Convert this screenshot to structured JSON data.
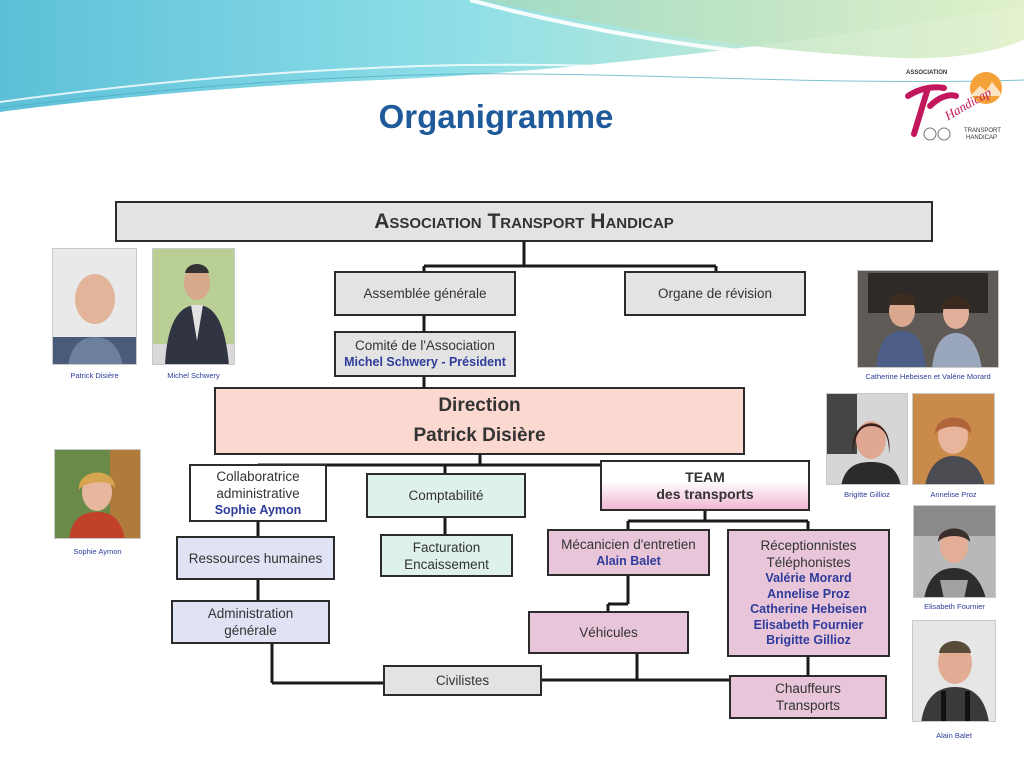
{
  "title": "Organigramme",
  "logo": {
    "top": "ASSOCIATION",
    "brand": "Handicap",
    "bottom1": "TRANSPORT",
    "bottom2": "HANDICAP"
  },
  "org": {
    "root": "Association Transport Handicap",
    "assemblee": "Assemblée générale",
    "revision": "Organe de révision",
    "comite": {
      "label": "Comité de l'Association",
      "name": "Michel Schwery - Président"
    },
    "direction": {
      "label": "Direction",
      "name": "Patrick Disière"
    },
    "collaboratrice": {
      "line1": "Collaboratrice",
      "line2": "administrative",
      "name": "Sophie Aymon"
    },
    "comptabilite": "Comptabilité",
    "team": {
      "line1": "TEAM",
      "line2": "des transports"
    },
    "rh": "Ressources humaines",
    "facturation": {
      "line1": "Facturation",
      "line2": "Encaissement"
    },
    "mecanicien": {
      "label": "Mécanicien d'entretien",
      "name": "Alain Balet"
    },
    "receptionnistes": {
      "line1": "Réceptionnistes",
      "line2": "Téléphonistes",
      "names": [
        "Valérie Morard",
        "Annelise Proz",
        "Catherine Hebeisen",
        "Elisabeth Fournier",
        "Brigitte Gillioz"
      ]
    },
    "admin": {
      "line1": "Administration",
      "line2": "générale"
    },
    "vehicules": "Véhicules",
    "civilistes": "Civilistes",
    "chauffeurs": {
      "line1": "Chauffeurs",
      "line2": "Transports"
    }
  },
  "photos": {
    "patrick": "Patrick Disière",
    "michel": "Michel Schwery",
    "catherine_valerie": "Catherine Hebeisen et Valérie Morard",
    "sophie": "Sophie Aymon",
    "brigitte": "Brigitte Gillioz",
    "annelise": "Annelise Proz",
    "elisabeth": "Elisabeth Fournier",
    "alain": "Alain Balet"
  },
  "colors": {
    "title": "#1f5a9a",
    "names": "#2e3c9b",
    "direction": "#fbd9d1",
    "team_gradient": "#f0b7d3",
    "pink": "#e8c5d9",
    "blue": "#dfe3f4",
    "green": "#dff2ea",
    "grey": "#e3e3e3"
  }
}
